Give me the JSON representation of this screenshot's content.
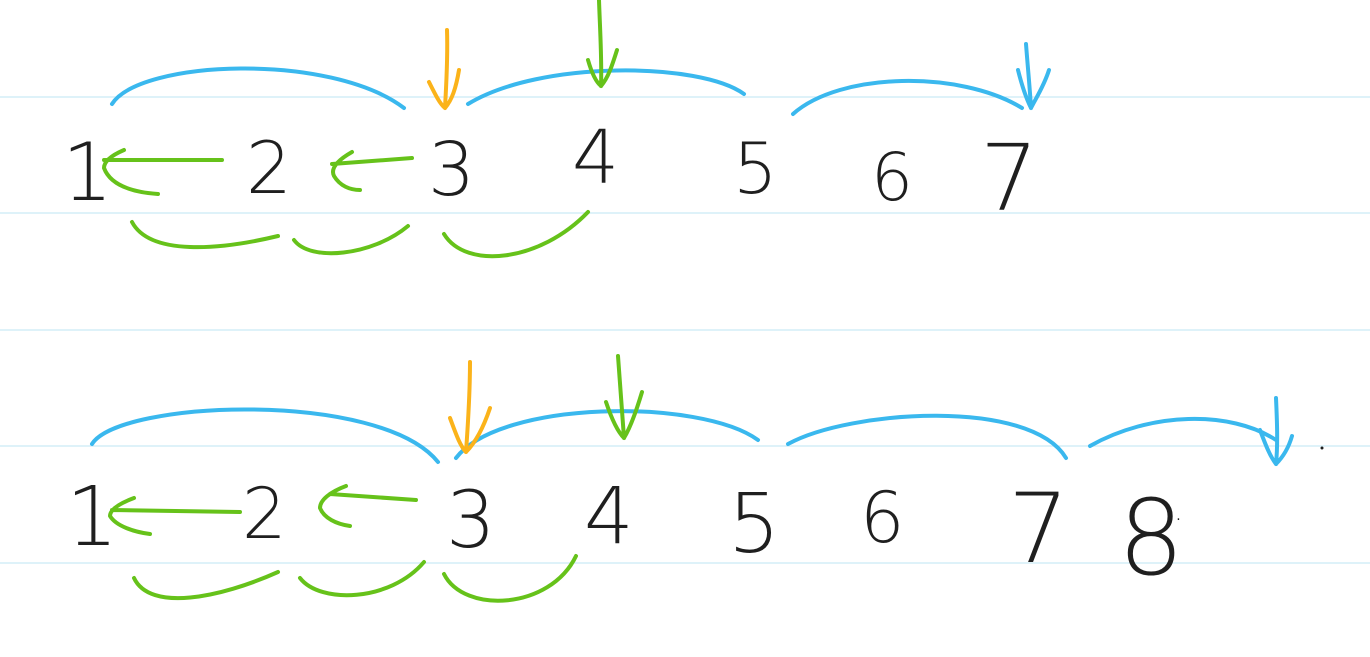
{
  "colors": {
    "ink": "#1f1f1f",
    "blue": "#3ab8ee",
    "green": "#66c21a",
    "orange": "#fbb31a",
    "ruled_line": "#cbe9f5"
  },
  "rows": [
    {
      "digits": [
        "1",
        "2",
        "3",
        "4",
        "5",
        "6",
        "7"
      ]
    },
    {
      "digits": [
        "1",
        "2",
        "3",
        "4",
        "5",
        "6",
        "7",
        "8"
      ],
      "trailing": "."
    }
  ]
}
